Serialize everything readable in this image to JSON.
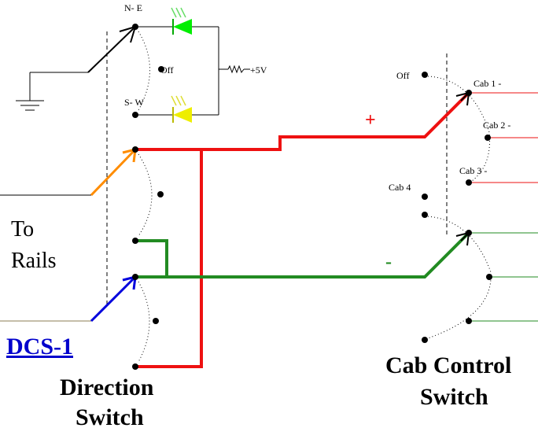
{
  "labels": {
    "ne": "N- E",
    "sw": "S- W",
    "dir_off": "Off",
    "plus5v": "+5V",
    "to": "To",
    "rails": "Rails",
    "dcs": "DCS-1",
    "direction": "Direction",
    "switch1": "Switch",
    "cab_off": "Off",
    "cab1": "Cab 1 -",
    "cab2": "Cab 2 -",
    "cab3": "Cab 3 -",
    "cab4": "Cab 4",
    "plus": "+",
    "minus": "-",
    "cab_control": "Cab Control",
    "switch2": "Switch"
  },
  "colors": {
    "positive": "#ee1111",
    "negative": "#228b22",
    "rails_lever": "#ff8c00",
    "dcs_lever": "#0000dd",
    "led_ne": "#00ee00",
    "led_sw": "#eeee00",
    "link": "#0000cc"
  }
}
